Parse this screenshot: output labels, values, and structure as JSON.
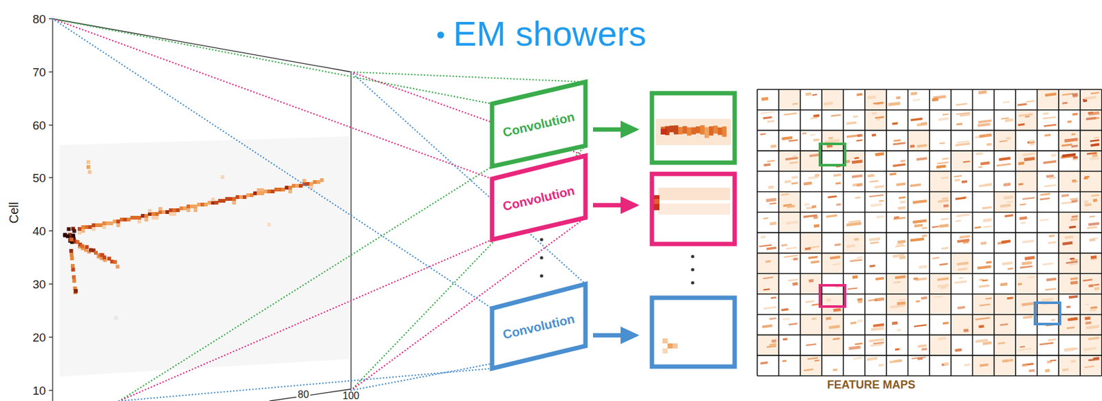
{
  "diagram": {
    "nodes": [
      {
        "text": [
          "Convolution"
        ]
      },
      {
        "text": [
          "Convolution"
        ]
      },
      {
        "text": [
          "Convolution"
        ]
      },
      {
        "text": [
          "FEATURE MAPS"
        ]
      }
    ],
    "labels": [
      "EM showers",
      "80",
      "70",
      "60",
      "50",
      "40",
      "30",
      "20",
      "10",
      "Cell",
      "80",
      "100"
    ]
  }
}
